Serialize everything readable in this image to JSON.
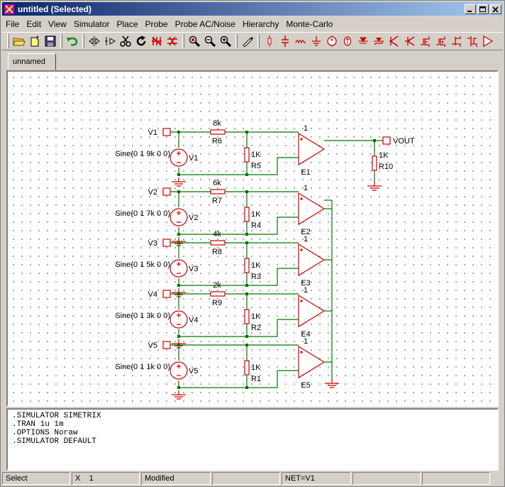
{
  "window": {
    "title": "untitled (Selected)"
  },
  "menu": [
    "File",
    "Edit",
    "View",
    "Simulator",
    "Place",
    "Probe",
    "Probe AC/Noise",
    "Hierarchy",
    "Monte-Carlo"
  ],
  "tab": {
    "label": "unnamed"
  },
  "schematic": {
    "stages": [
      {
        "source_label": "V1",
        "source_ref": "V1",
        "waveform": "Sine(0 1 9k 0 0)",
        "series_value": "8k",
        "series_ref": "R6",
        "shunt_value": "1K",
        "shunt_ref": "R5",
        "amp_ref": "E1",
        "gain": "1"
      },
      {
        "source_label": "V2",
        "source_ref": "V2",
        "waveform": "Sine(0 1 7k 0 0)",
        "series_value": "6k",
        "series_ref": "R7",
        "shunt_value": "1K",
        "shunt_ref": "R4",
        "amp_ref": "E2",
        "gain": "1"
      },
      {
        "source_label": "V3",
        "source_ref": "V3",
        "waveform": "Sine(0 1 5k 0 0)",
        "series_value": "4k",
        "series_ref": "R8",
        "shunt_value": "1K",
        "shunt_ref": "R3",
        "amp_ref": "E3",
        "gain": "1"
      },
      {
        "source_label": "V4",
        "source_ref": "V4",
        "waveform": "Sine(0 1 3k 0 0)",
        "series_value": "2k",
        "series_ref": "R9",
        "shunt_value": "1K",
        "shunt_ref": "R2",
        "amp_ref": "E4",
        "gain": "1"
      },
      {
        "source_label": "V5",
        "source_ref": "V5",
        "waveform": "Sine(0 1 1k 0 0)",
        "series_value": "",
        "series_ref": "",
        "shunt_value": "1K",
        "shunt_ref": "R1",
        "amp_ref": "E5",
        "gain": "1"
      }
    ],
    "output": {
      "label": "VOUT",
      "load_value": "1K",
      "load_ref": "R10"
    }
  },
  "netlist": [
    ".SIMULATOR SIMETRIX",
    ".TRAN 1u 1m",
    ".OPTIONS Noraw",
    ".SIMULATOR DEFAULT"
  ],
  "status": {
    "mode": "Select",
    "x_label": "X",
    "x_value": "1",
    "modified": "Modified",
    "net": "NET=V1"
  },
  "colors": {
    "component": "#cc0000",
    "wire": "#007700",
    "title_start": "#0a246a",
    "title_end": "#a6caf0"
  }
}
